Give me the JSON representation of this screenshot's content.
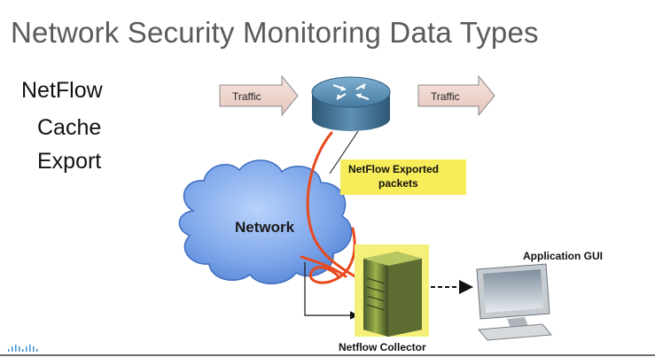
{
  "slide": {
    "title": "Network Security Monitoring Data Types",
    "bullets": [
      "NetFlow",
      "Cache",
      "Export"
    ]
  },
  "diagram": {
    "traffic_left": "Traffic",
    "traffic_right": "Traffic",
    "exported_packets": [
      "NetFlow Exported",
      "packets"
    ],
    "network_label": "Network",
    "collector_label": "Netflow Collector",
    "gui_label": "Application GUI"
  },
  "colors": {
    "title": "#5a5a5a",
    "callout_fill": "#f7ec5a",
    "flow_line": "#e8491d",
    "cloud_fill": "#6f9ce6",
    "router_body": "#3f6f93"
  },
  "icons": [
    "router-icon",
    "cloud-icon",
    "server-icon",
    "monitor-icon",
    "cisco-logo-icon"
  ]
}
